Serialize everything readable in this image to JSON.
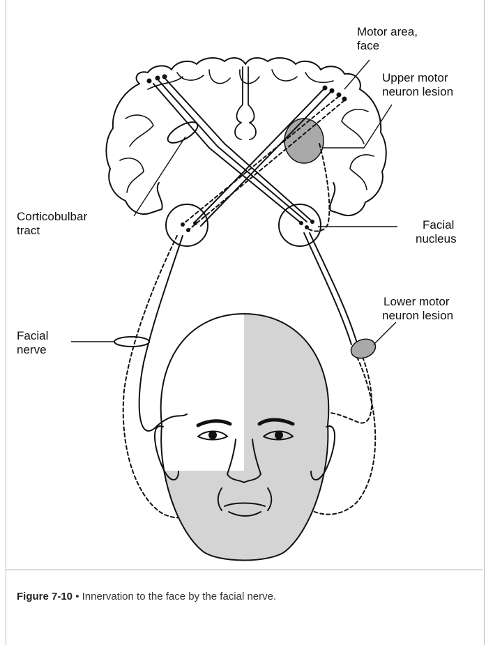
{
  "labels": {
    "motor_area": [
      "Motor area,",
      "face"
    ],
    "upper_lesion": [
      "Upper motor",
      "neuron lesion"
    ],
    "corticobulbar": [
      "Corticobulbar",
      "tract"
    ],
    "facial_nucleus": [
      "Facial",
      "nucleus"
    ],
    "lower_lesion": [
      "Lower motor",
      "neuron lesion"
    ],
    "facial_nerve": [
      "Facial",
      "nerve"
    ]
  },
  "caption": {
    "figure_number": "Figure 7-10",
    "separator": "•",
    "text": "Innervation to the face by the facial nerve."
  },
  "colors": {
    "line": "#111111",
    "lesion_fill": "#a9a9a9",
    "face_shade": "#d4d4d4"
  }
}
